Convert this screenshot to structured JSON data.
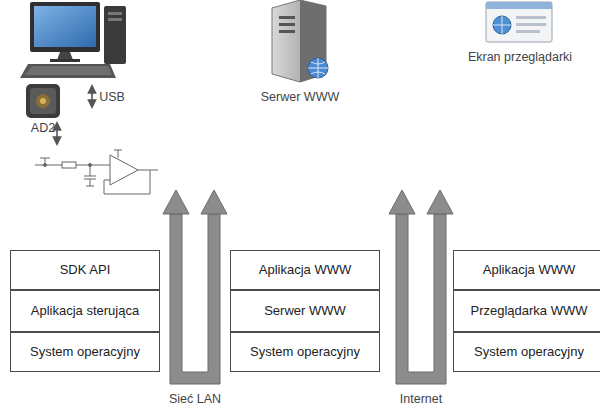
{
  "diagram": {
    "nodes": [
      {
        "text": [
          "SDK API"
        ]
      },
      {
        "text": [
          "Aplikacja sterująca"
        ]
      },
      {
        "text": [
          "System operacyjny"
        ]
      },
      {
        "text": [
          "Aplikacja WWW"
        ]
      },
      {
        "text": [
          "Serwer WWW"
        ]
      },
      {
        "text": [
          "System operacyjny"
        ]
      },
      {
        "text": [
          "Aplikacja WWW"
        ]
      },
      {
        "text": [
          "Przeglądarka WWW"
        ]
      },
      {
        "text": [
          "System operacyjny"
        ]
      }
    ],
    "labels": [
      "USB",
      "AD2",
      "Serwer WWW",
      "Ekran przeglądarki",
      "Sieć LAN",
      "Internet"
    ]
  }
}
